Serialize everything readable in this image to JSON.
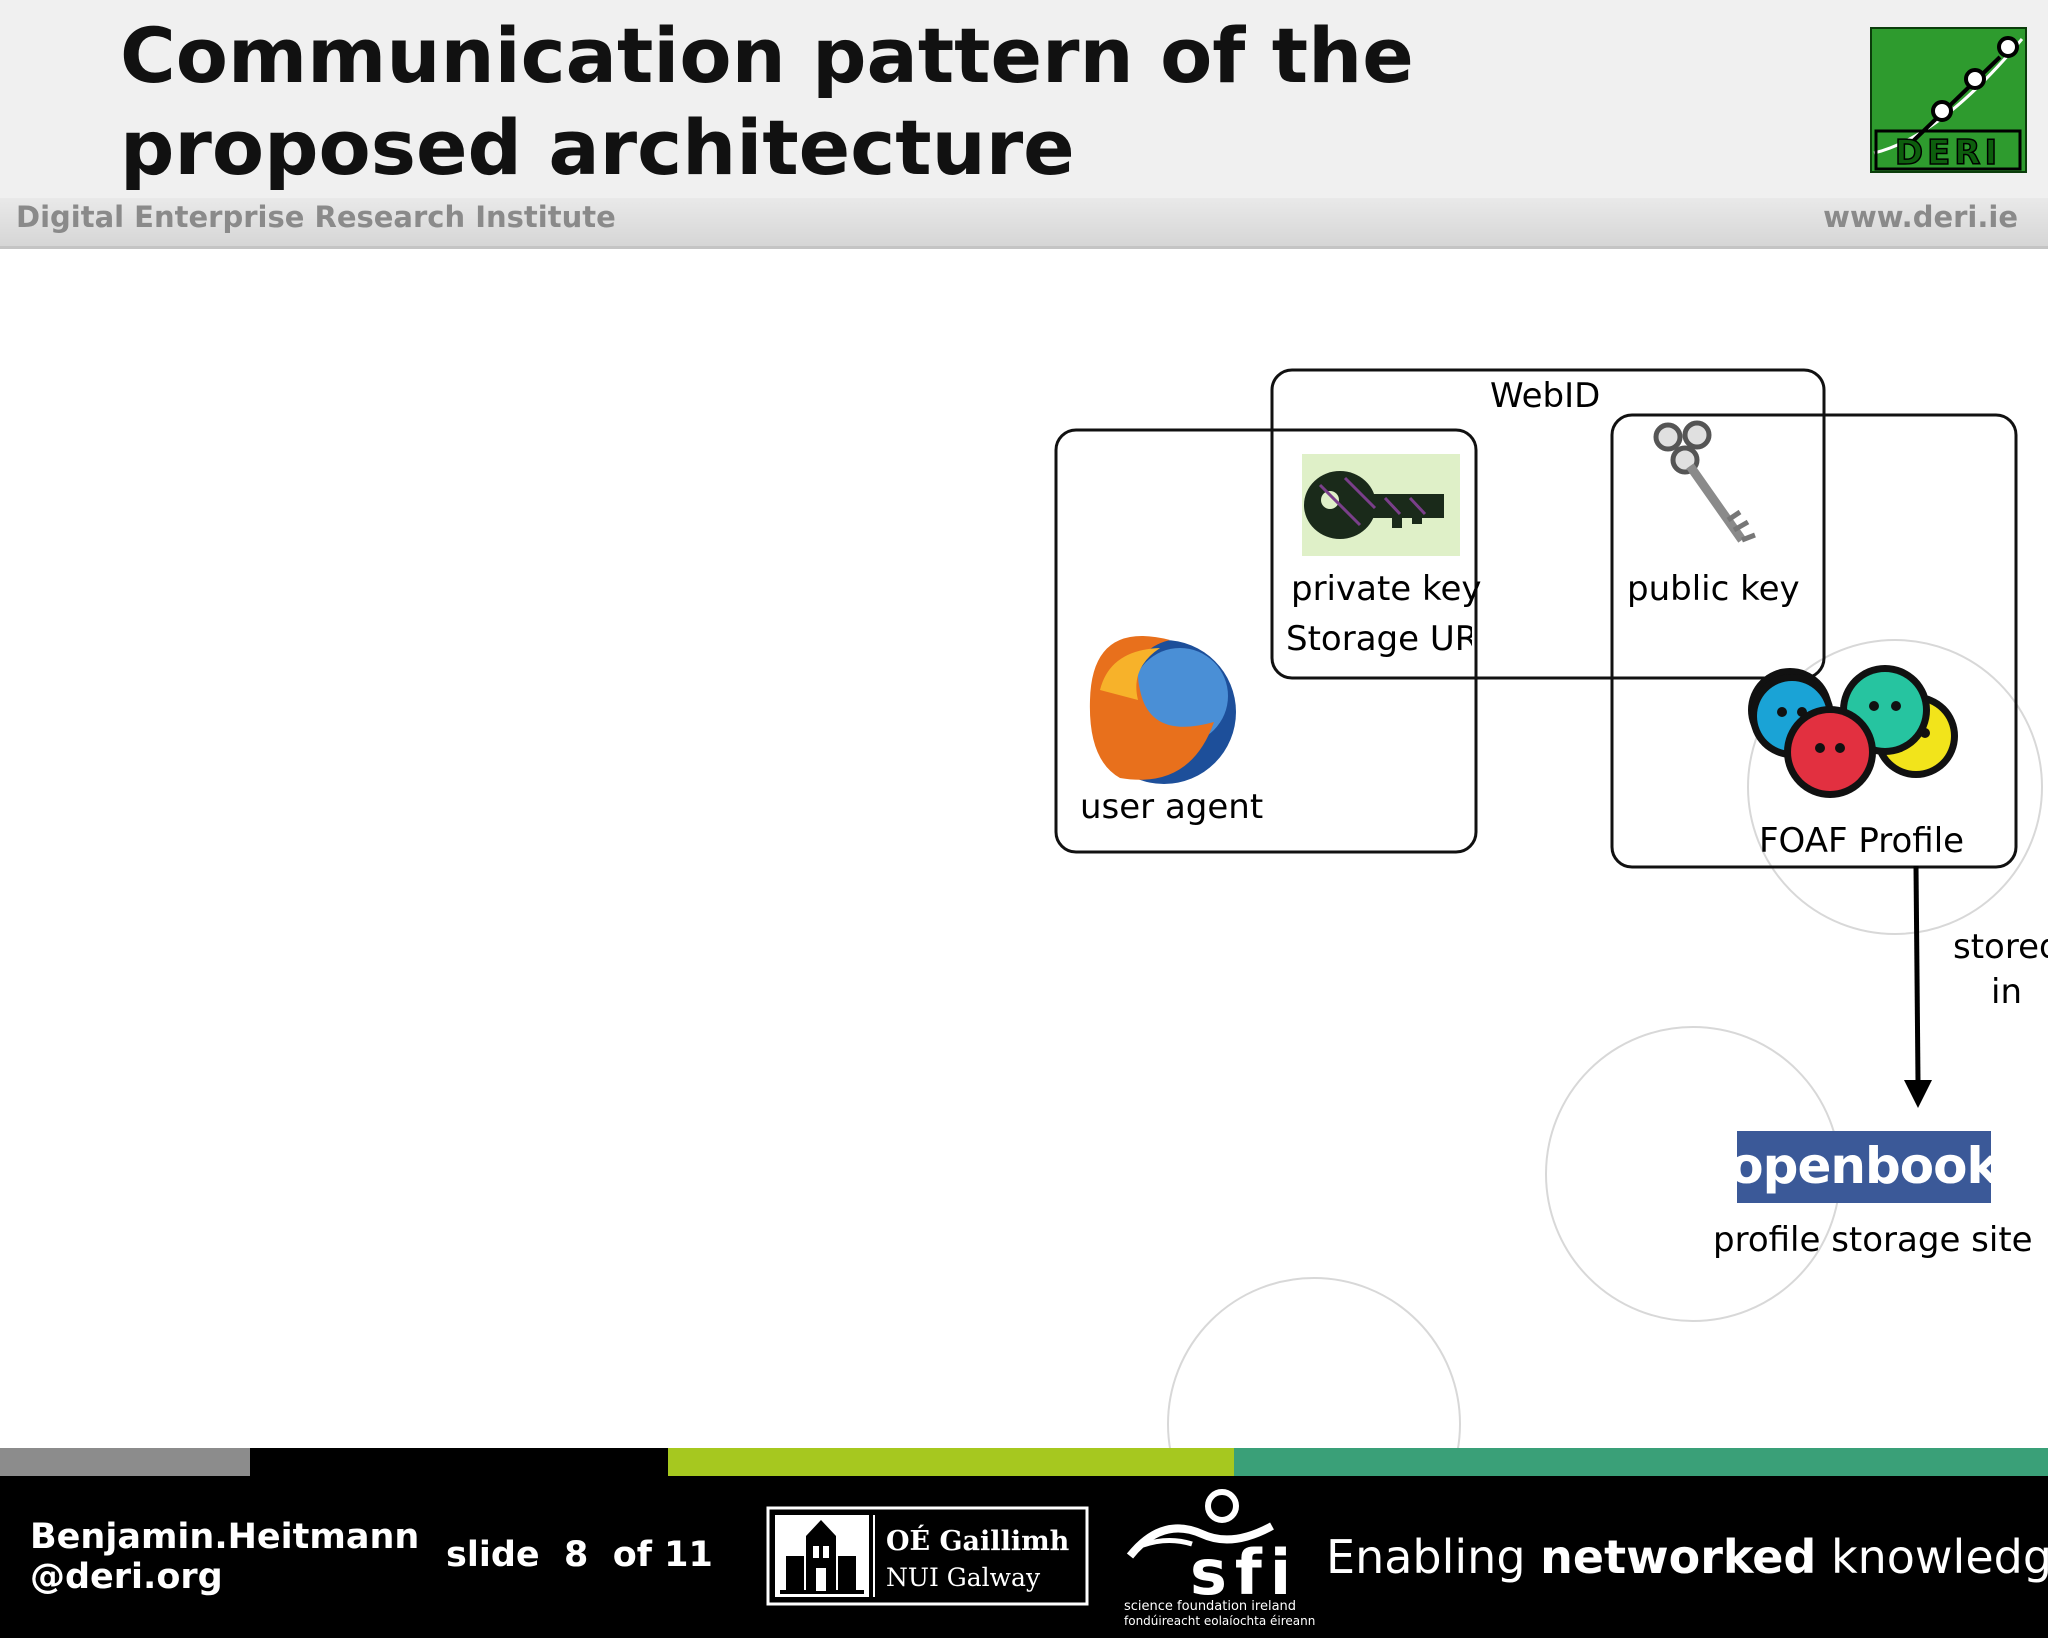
{
  "header": {
    "title": "Communication pattern of the proposed architecture",
    "institute": "Digital Enterprise Research Institute",
    "url": "www.deri.ie",
    "logo_text": "DERI"
  },
  "diagram": {
    "webid_label": "WebID",
    "private_key_label": "private key",
    "storage_uri_label": "Storage URI",
    "public_key_label": "public key",
    "user_agent_label": "user agent",
    "foaf_profile_label": "FOAF Profile",
    "stored_in_label_line1": "stored",
    "stored_in_label_line2": "in",
    "openbook_logo_text": "openbook",
    "profile_storage_site_label": "profile storage site"
  },
  "footer": {
    "author_name": "Benjamin.Heitmann",
    "author_domain": "@deri.org",
    "slide_counter": "slide  8  of 11",
    "nui_irish": "OÉ Gaillimh",
    "nui_english": "NUI Galway",
    "sfi_text": "sfi",
    "sfi_line1": "science foundation ireland",
    "sfi_line2": "fondúireacht eolaíochta éireann",
    "tagline_part1": "Enabling ",
    "tagline_bold": "networked",
    "tagline_part2": " knowledge."
  },
  "colors": {
    "header_bg": "#f0f0f0",
    "deri_green": "#2e9b2e",
    "stripe_grey": "#8c8c8c",
    "stripe_lime": "#a6c81f",
    "stripe_teal": "#3aa078",
    "footer_bg": "#000000",
    "openbook_blue": "#3b5998"
  }
}
